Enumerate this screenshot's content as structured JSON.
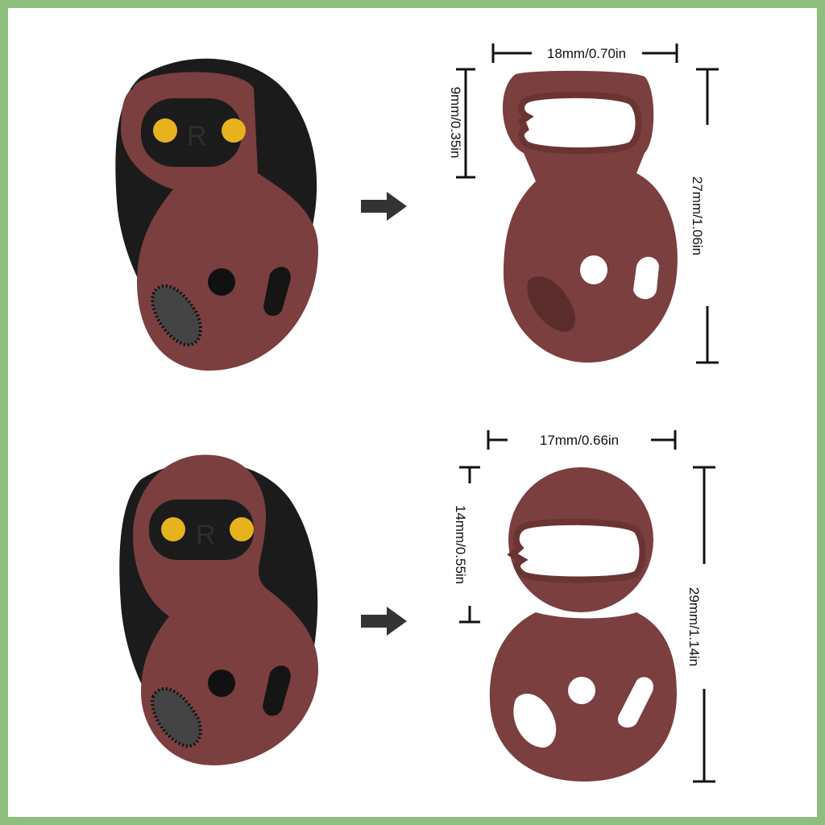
{
  "colors": {
    "border": "#8fbf7f",
    "background": "#ffffff",
    "silicone": "#7a3f3e",
    "earbud_black": "#1b1b1b",
    "contact_gold": "#e6b21e"
  },
  "icons": [
    "arrow-right-icon",
    "arrow-right-icon"
  ],
  "products": [
    {
      "earbud_label": "R",
      "width_label": "18mm/0.70in",
      "opening_label": "9mm/0.35in",
      "height_label": "27mm/1.06in"
    },
    {
      "earbud_label": "R",
      "width_label": "17mm/0.66in",
      "opening_label": "14mm/0.55in",
      "height_label": "29mm/1.14in"
    }
  ]
}
